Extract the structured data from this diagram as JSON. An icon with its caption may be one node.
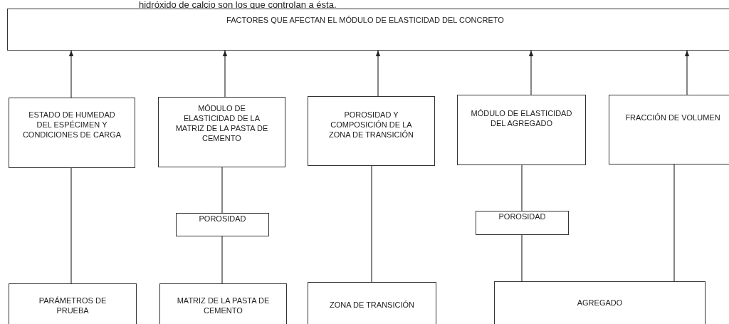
{
  "diagram": {
    "nodes": [
      {
        "text": [
          "FACTORES QUE AFECTAN EL MÓDULO DE ELASTICIDAD DEL CONCRETO"
        ]
      },
      {
        "text": [
          "ESTADO DE HUMEDAD DEL ESPÉCIMEN Y CONDICIONES DE CARGA"
        ]
      },
      {
        "text": [
          "MÓDULO DE ELASTICIDAD DE LA MATRIZ DE LA PASTA DE CEMENTO"
        ]
      },
      {
        "text": [
          "POROSIDAD Y COMPOSICIÓN DE LA ZONA DE TRANSICIÓN"
        ]
      },
      {
        "text": [
          "MÓDULO DE ELASTICIDAD DEL AGREGADO"
        ]
      },
      {
        "text": [
          "FRACCIÓN DE VOLUMEN"
        ]
      },
      {
        "text": [
          "POROSIDAD"
        ]
      },
      {
        "text": [
          "POROSIDAD"
        ]
      },
      {
        "text": [
          "PARÁMETROS DE PRUEBA"
        ]
      },
      {
        "text": [
          "MATRIZ DE LA PASTA DE CEMENTO"
        ]
      },
      {
        "text": [
          "ZONA DE TRANSICIÓN"
        ]
      },
      {
        "text": [
          "AGREGADO"
        ]
      }
    ],
    "edges": [
      {
        "from": 1,
        "to": 0,
        "arrow": "to"
      },
      {
        "from": 2,
        "to": 0,
        "arrow": "to"
      },
      {
        "from": 3,
        "to": 0,
        "arrow": "to"
      },
      {
        "from": 4,
        "to": 0,
        "arrow": "to"
      },
      {
        "from": 5,
        "to": 0,
        "arrow": "to"
      },
      {
        "from": 8,
        "to": 1,
        "arrow": "none"
      },
      {
        "from": 6,
        "to": 2,
        "arrow": "none"
      },
      {
        "from": 9,
        "to": 6,
        "arrow": "none"
      },
      {
        "from": 10,
        "to": 3,
        "arrow": "none"
      },
      {
        "from": 7,
        "to": 4,
        "arrow": "none"
      },
      {
        "from": 11,
        "to": 7,
        "arrow": "none"
      },
      {
        "from": 11,
        "to": 5,
        "arrow": "none"
      }
    ],
    "labels": [
      "hidróxido de calcio son los que controlan a ésta."
    ]
  }
}
